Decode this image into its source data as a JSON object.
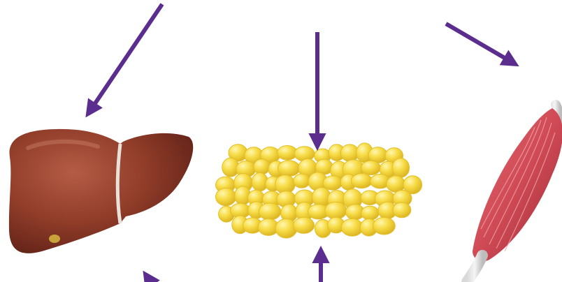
{
  "diagram": {
    "organs": [
      {
        "name": "liver",
        "icon": "liver-icon",
        "color": "#8e3b28"
      },
      {
        "name": "adipose-tissue",
        "icon": "fat-cells-icon",
        "color": "#f3d23a"
      },
      {
        "name": "skeletal-muscle",
        "icon": "muscle-icon",
        "color": "#cf4a55"
      }
    ],
    "arrows": [
      {
        "name": "arrow-to-liver",
        "direction": "down-left"
      },
      {
        "name": "arrow-to-adipose",
        "direction": "down"
      },
      {
        "name": "arrow-to-muscle",
        "direction": "down-right"
      },
      {
        "name": "arrow-from-liver",
        "direction": "up"
      },
      {
        "name": "arrow-from-adipose",
        "direction": "up"
      }
    ],
    "colors": {
      "arrow": "#5b2d8e",
      "background": "#ffffff"
    }
  }
}
